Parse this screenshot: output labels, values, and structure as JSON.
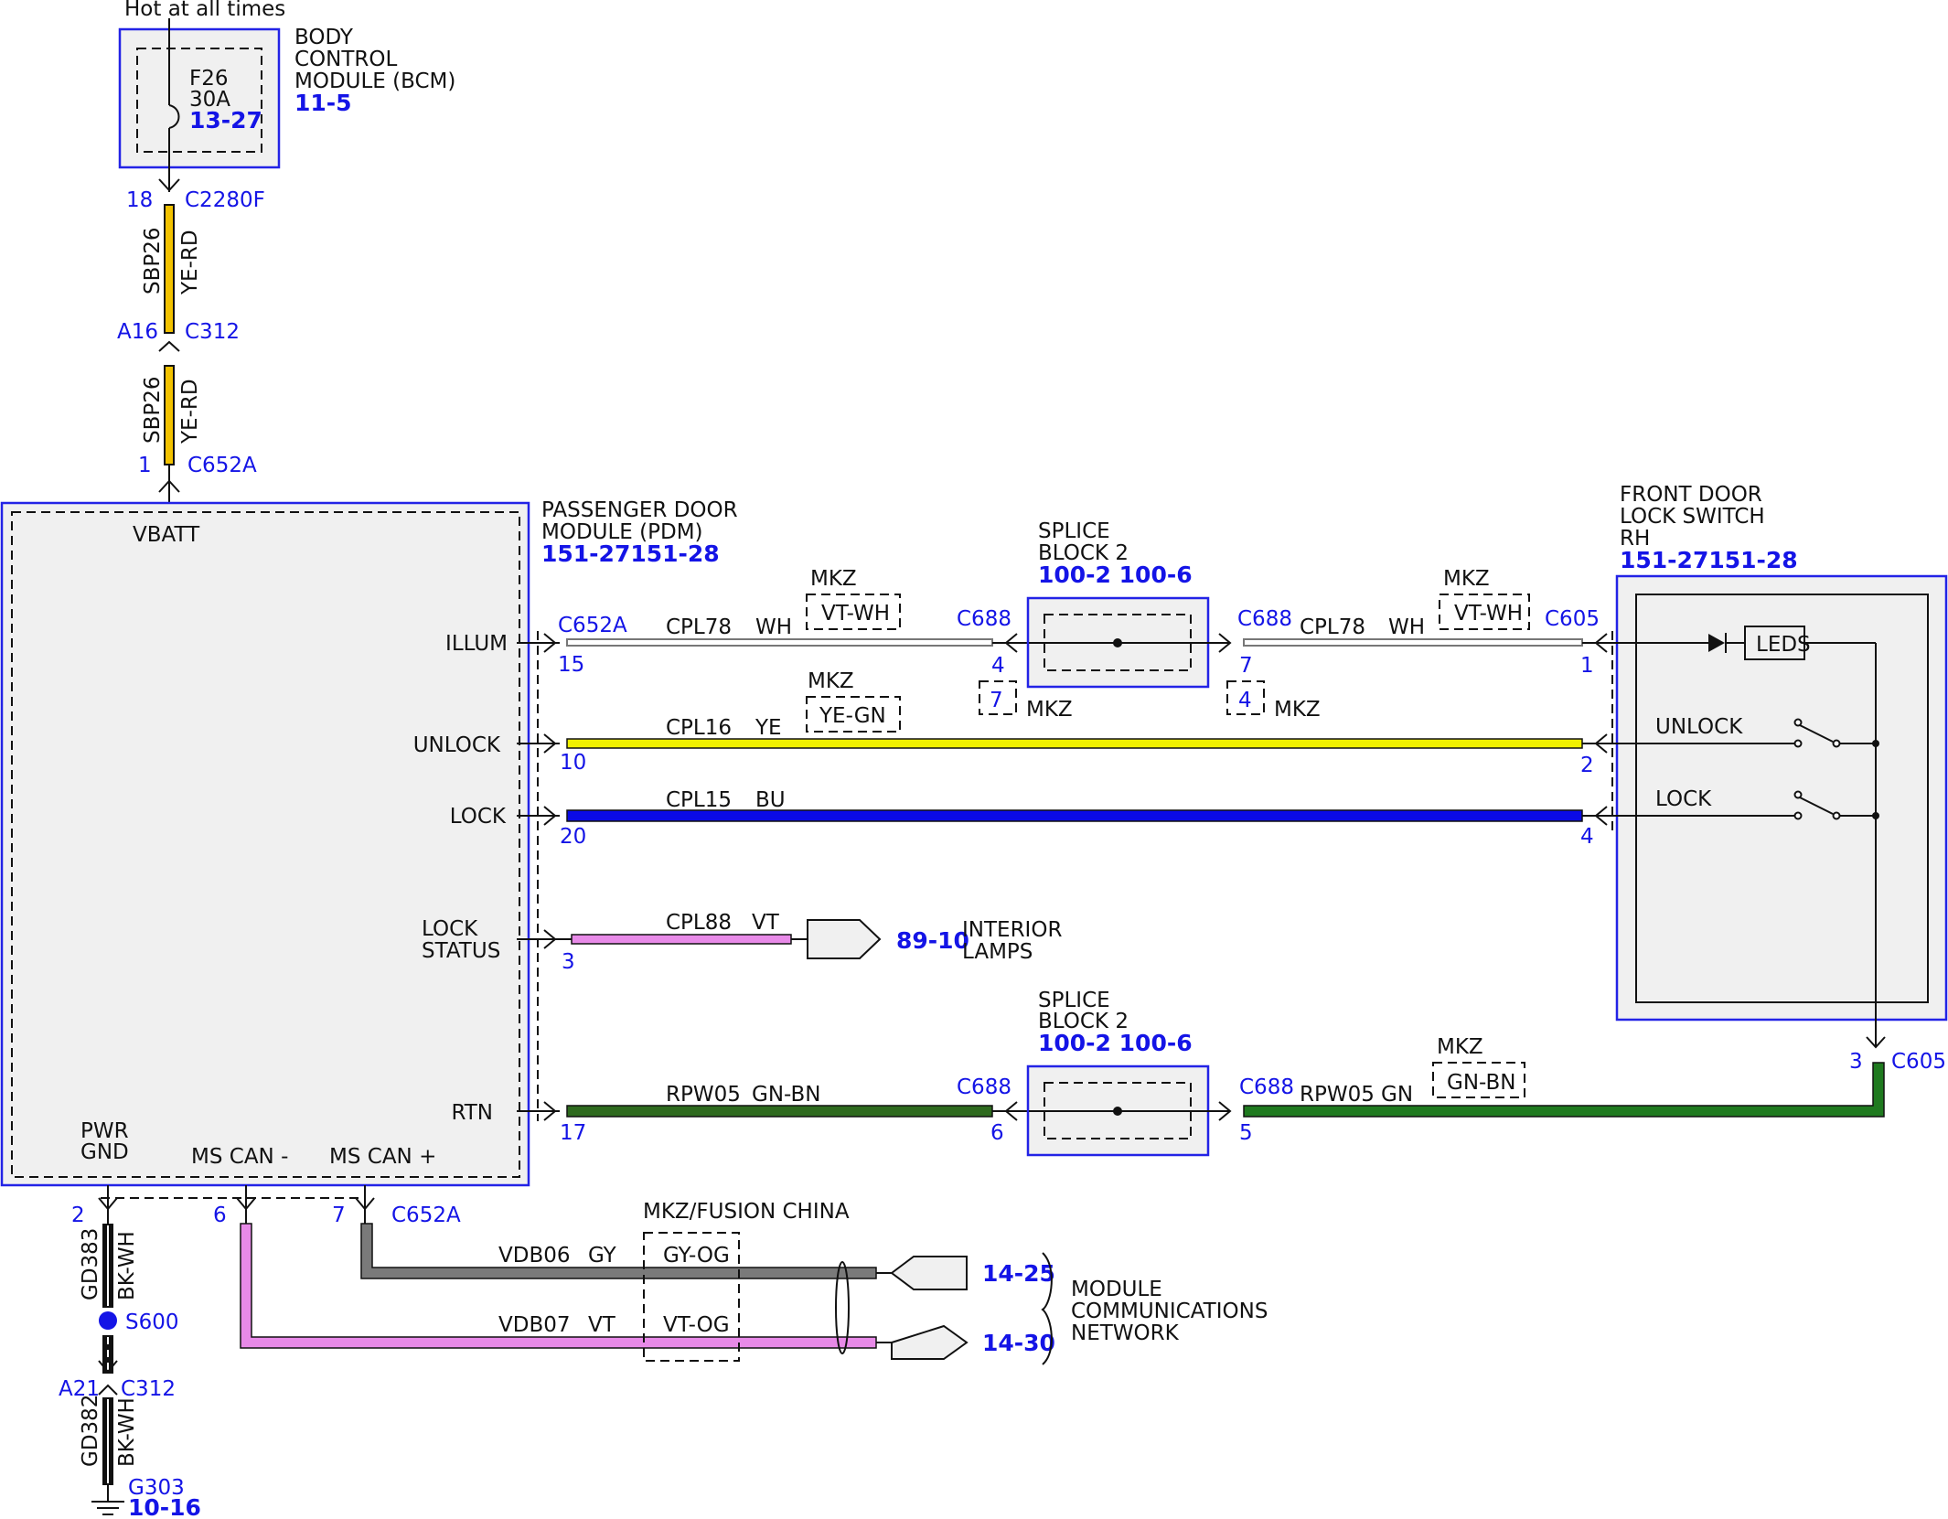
{
  "colors": {
    "ref_blue": "#1414e6",
    "box_border": "#2323e6",
    "box_fill": "#f0f0f0",
    "YE": "#f2f200",
    "BU": "#0a0ae6",
    "VT": "#e88ae8",
    "GN-BN": "#2e6a1e",
    "GN": "#1f7a1f",
    "GY": "#7a7a7a",
    "WH": "#ffffff",
    "YE-RD": "#f2c200",
    "BK-WH": "#111111"
  },
  "bcm": {
    "hot_label": "Hot at all times",
    "name_lines": [
      "BODY",
      "CONTROL",
      "MODULE (BCM)"
    ],
    "ref": "11-5",
    "fuse_id": "F26",
    "fuse_rating": "30A",
    "fuse_ref": "13-27"
  },
  "top_feed": {
    "pin1": "18",
    "conn1": "C2280F",
    "circuit1": "SBP26",
    "color1": "YE-RD",
    "pin2": "A16",
    "conn2": "C312",
    "circuit2": "SBP26",
    "color2": "YE-RD",
    "pin3": "1",
    "conn3": "C652A"
  },
  "pdm": {
    "name_lines": [
      "PASSENGER DOOR",
      "MODULE (PDM)"
    ],
    "ref": "151-27151-28",
    "vbatt": "VBATT",
    "pins": [
      "ILLUM",
      "UNLOCK",
      "LOCK",
      "LOCK",
      "STATUS",
      "RTN"
    ],
    "pwr_gnd": [
      "PWR",
      "GND"
    ],
    "ms_can_minus": "MS CAN -",
    "ms_can_plus": "MS CAN +"
  },
  "illum": {
    "conn_left": "C652A",
    "pin_left": "15",
    "circuit_left": "CPL78",
    "color_left": "WH",
    "mkz_left": "MKZ",
    "alt_left": "VT-WH",
    "conn_sb_in": "C688",
    "pin_sb_in": "4",
    "alt_pin_sb_in": "7",
    "mkz_sb_in": "MKZ",
    "conn_sb_out": "C688",
    "pin_sb_out": "7",
    "alt_pin_sb_out": "4",
    "mkz_sb_out": "MKZ",
    "circuit_right": "CPL78",
    "color_right": "WH",
    "mkz_right": "MKZ",
    "alt_right": "VT-WH",
    "conn_right": "C605",
    "pin_right": "1"
  },
  "splice1": {
    "name_lines": [
      "SPLICE",
      "BLOCK 2"
    ],
    "ref": "100-2 100-6"
  },
  "splice2": {
    "name_lines": [
      "SPLICE",
      "BLOCK 2"
    ],
    "ref": "100-2 100-6"
  },
  "unlock": {
    "pin_left": "10",
    "circuit": "CPL16",
    "color": "YE",
    "mkz": "MKZ",
    "alt": "YE-GN",
    "pin_right": "2"
  },
  "lock": {
    "pin_left": "20",
    "circuit": "CPL15",
    "color": "BU",
    "pin_right": "4"
  },
  "lock_status": {
    "pin": "3",
    "circuit": "CPL88",
    "color": "VT",
    "ref": "89-10",
    "dest_lines": [
      "INTERIOR",
      "LAMPS"
    ]
  },
  "rtn": {
    "pin_left": "17",
    "circuit_left": "RPW05",
    "color_left": "GN-BN",
    "conn_sb_in": "C688",
    "pin_sb_in": "6",
    "conn_sb_out": "C688",
    "pin_sb_out": "5",
    "circuit_right": "RPW05",
    "color_right": "GN",
    "mkz": "MKZ",
    "alt": "GN-BN",
    "pin_switch": "3",
    "conn_switch": "C605"
  },
  "switch": {
    "name_lines": [
      "FRONT DOOR",
      "LOCK SWITCH",
      "RH"
    ],
    "ref": "151-27151-28",
    "leds": "LEDS",
    "unlock": "UNLOCK",
    "lock": "LOCK"
  },
  "ground": {
    "pin_pdm": "2",
    "circuit1": "GD383",
    "color1": "BK-WH",
    "splice": "S600",
    "pin_c312": "A21",
    "conn_c312": "C312",
    "circuit2": "GD382",
    "color2": "BK-WH",
    "ground_id": "G303",
    "ref": "10-16"
  },
  "can": {
    "pin_minus": "6",
    "pin_plus": "7",
    "conn": "C652A",
    "variant_label": "MKZ/FUSION CHINA",
    "circuit_gy": "VDB06",
    "color_gy": "GY",
    "alt_gy": "GY-OG",
    "circuit_vt": "VDB07",
    "color_vt": "VT",
    "alt_vt": "VT-OG",
    "ref_gy": "14-25",
    "ref_vt": "14-30",
    "network_lines": [
      "MODULE",
      "COMMUNICATIONS",
      "NETWORK"
    ]
  }
}
